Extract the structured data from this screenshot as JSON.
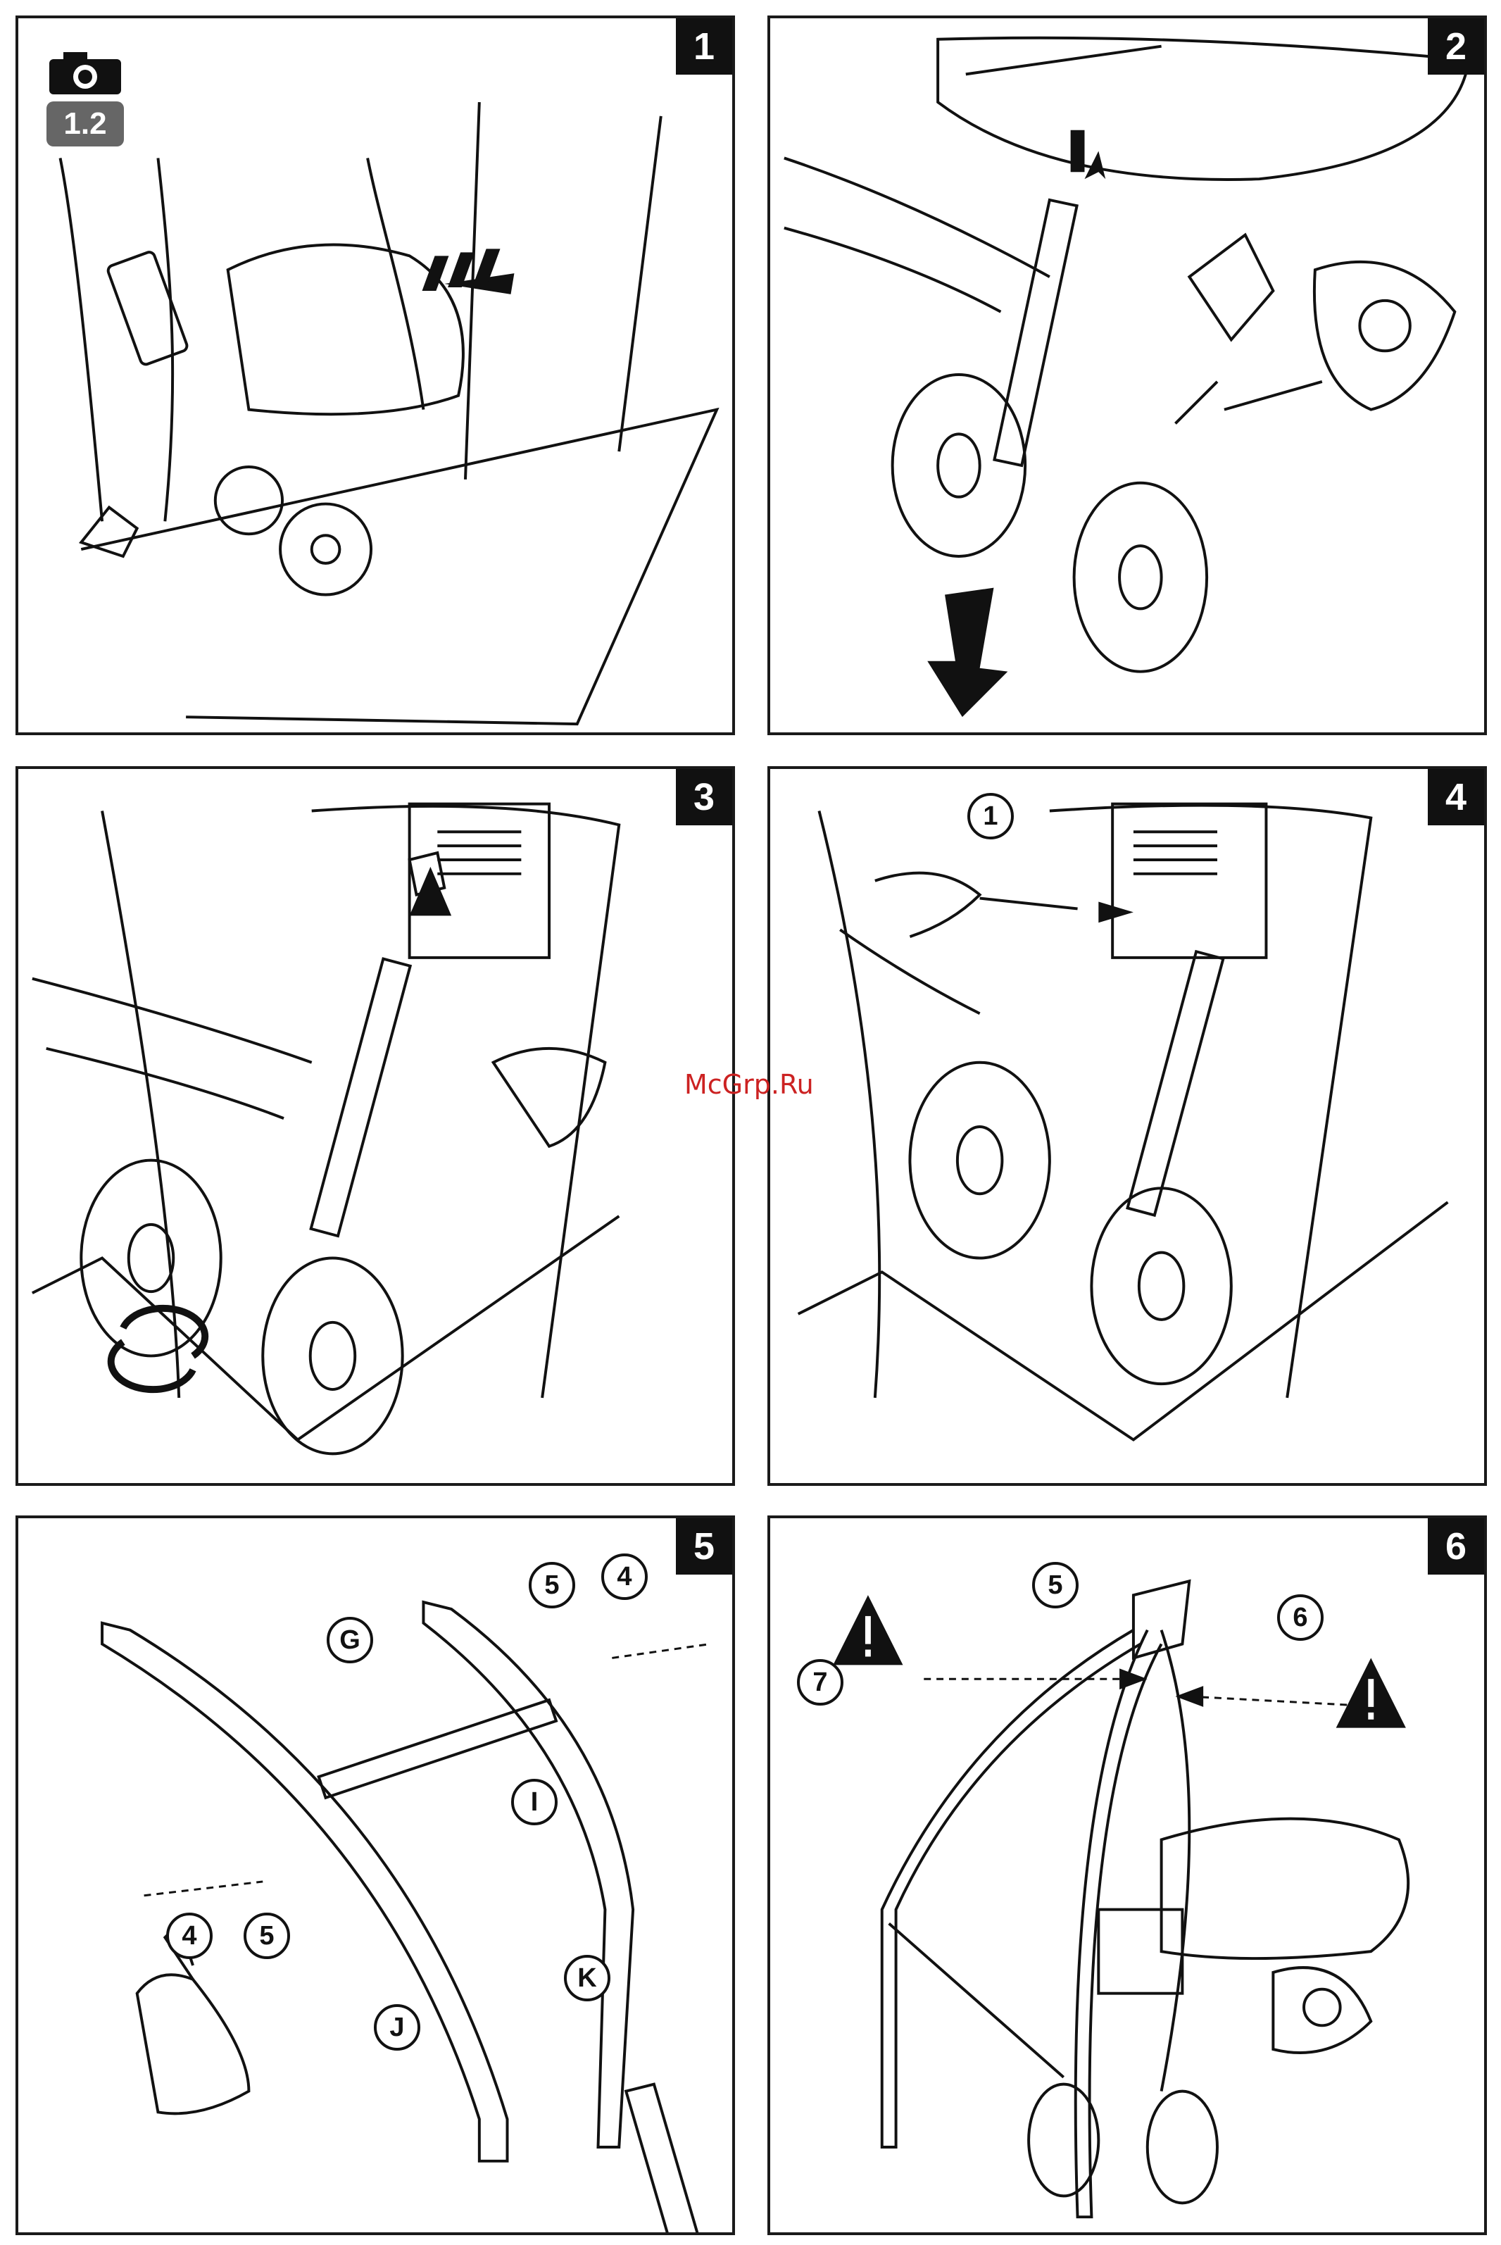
{
  "panels": [
    {
      "number": "1",
      "ref_badge": "1.2"
    },
    {
      "number": "2"
    },
    {
      "number": "3"
    },
    {
      "number": "4",
      "callouts": [
        "1"
      ]
    },
    {
      "number": "5",
      "callouts": [
        "5",
        "4",
        "G",
        "I",
        "4",
        "5",
        "K",
        "J"
      ]
    },
    {
      "number": "6",
      "callouts": [
        "5",
        "6",
        "7"
      ]
    }
  ],
  "watermark": "McGrp.Ru",
  "icons": {
    "camera": "camera-icon",
    "warning": "warning-triangle-icon",
    "rotate": "rotate-arrows-icon",
    "arrow": "direction-arrow-icon"
  }
}
